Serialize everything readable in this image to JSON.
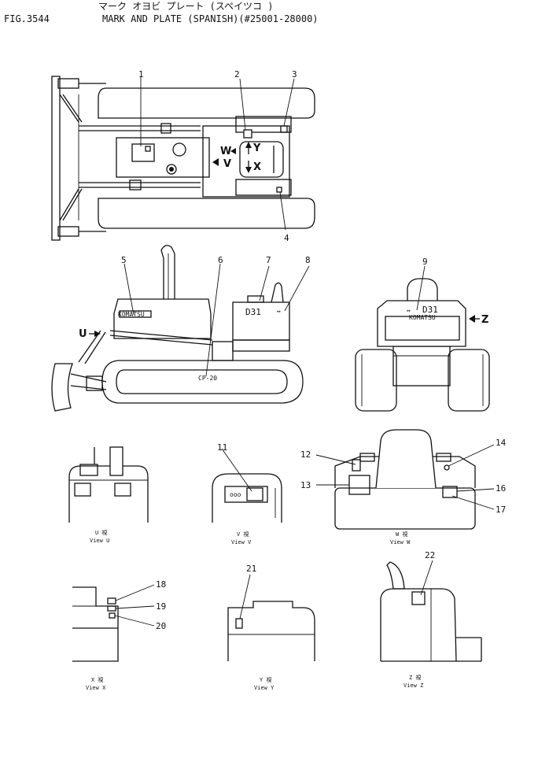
{
  "header": {
    "fig_no": "FIG.3544",
    "title_jp": "マーク オヨビ プレート (スペイツコ )",
    "title": "MARK AND PLATE (SPANISH)(#25001-28000)"
  },
  "callouts": [
    "1",
    "2",
    "3",
    "4",
    "5",
    "6",
    "7",
    "8",
    "9",
    "11",
    "12",
    "13",
    "14",
    "16",
    "17",
    "18",
    "19",
    "20",
    "21",
    "22"
  ],
  "view_arrows": {
    "W": "W",
    "V": "V",
    "Y": "Y",
    "X": "X",
    "U": "U",
    "Z": "Z"
  },
  "plate_text": {
    "brand": "KOMATSU",
    "model": "D31",
    "small": "↔"
  },
  "view_captions": {
    "U": {
      "jp": "U 視",
      "en": "View U"
    },
    "V": {
      "jp": "V 視",
      "en": "View V"
    },
    "W": {
      "jp": "W 視",
      "en": "View W"
    },
    "X": {
      "jp": "X 視",
      "en": "View X"
    },
    "Y": {
      "jp": "Y 視",
      "en": "View Y"
    },
    "Z": {
      "jp": "Z 視",
      "en": "View Z"
    }
  }
}
